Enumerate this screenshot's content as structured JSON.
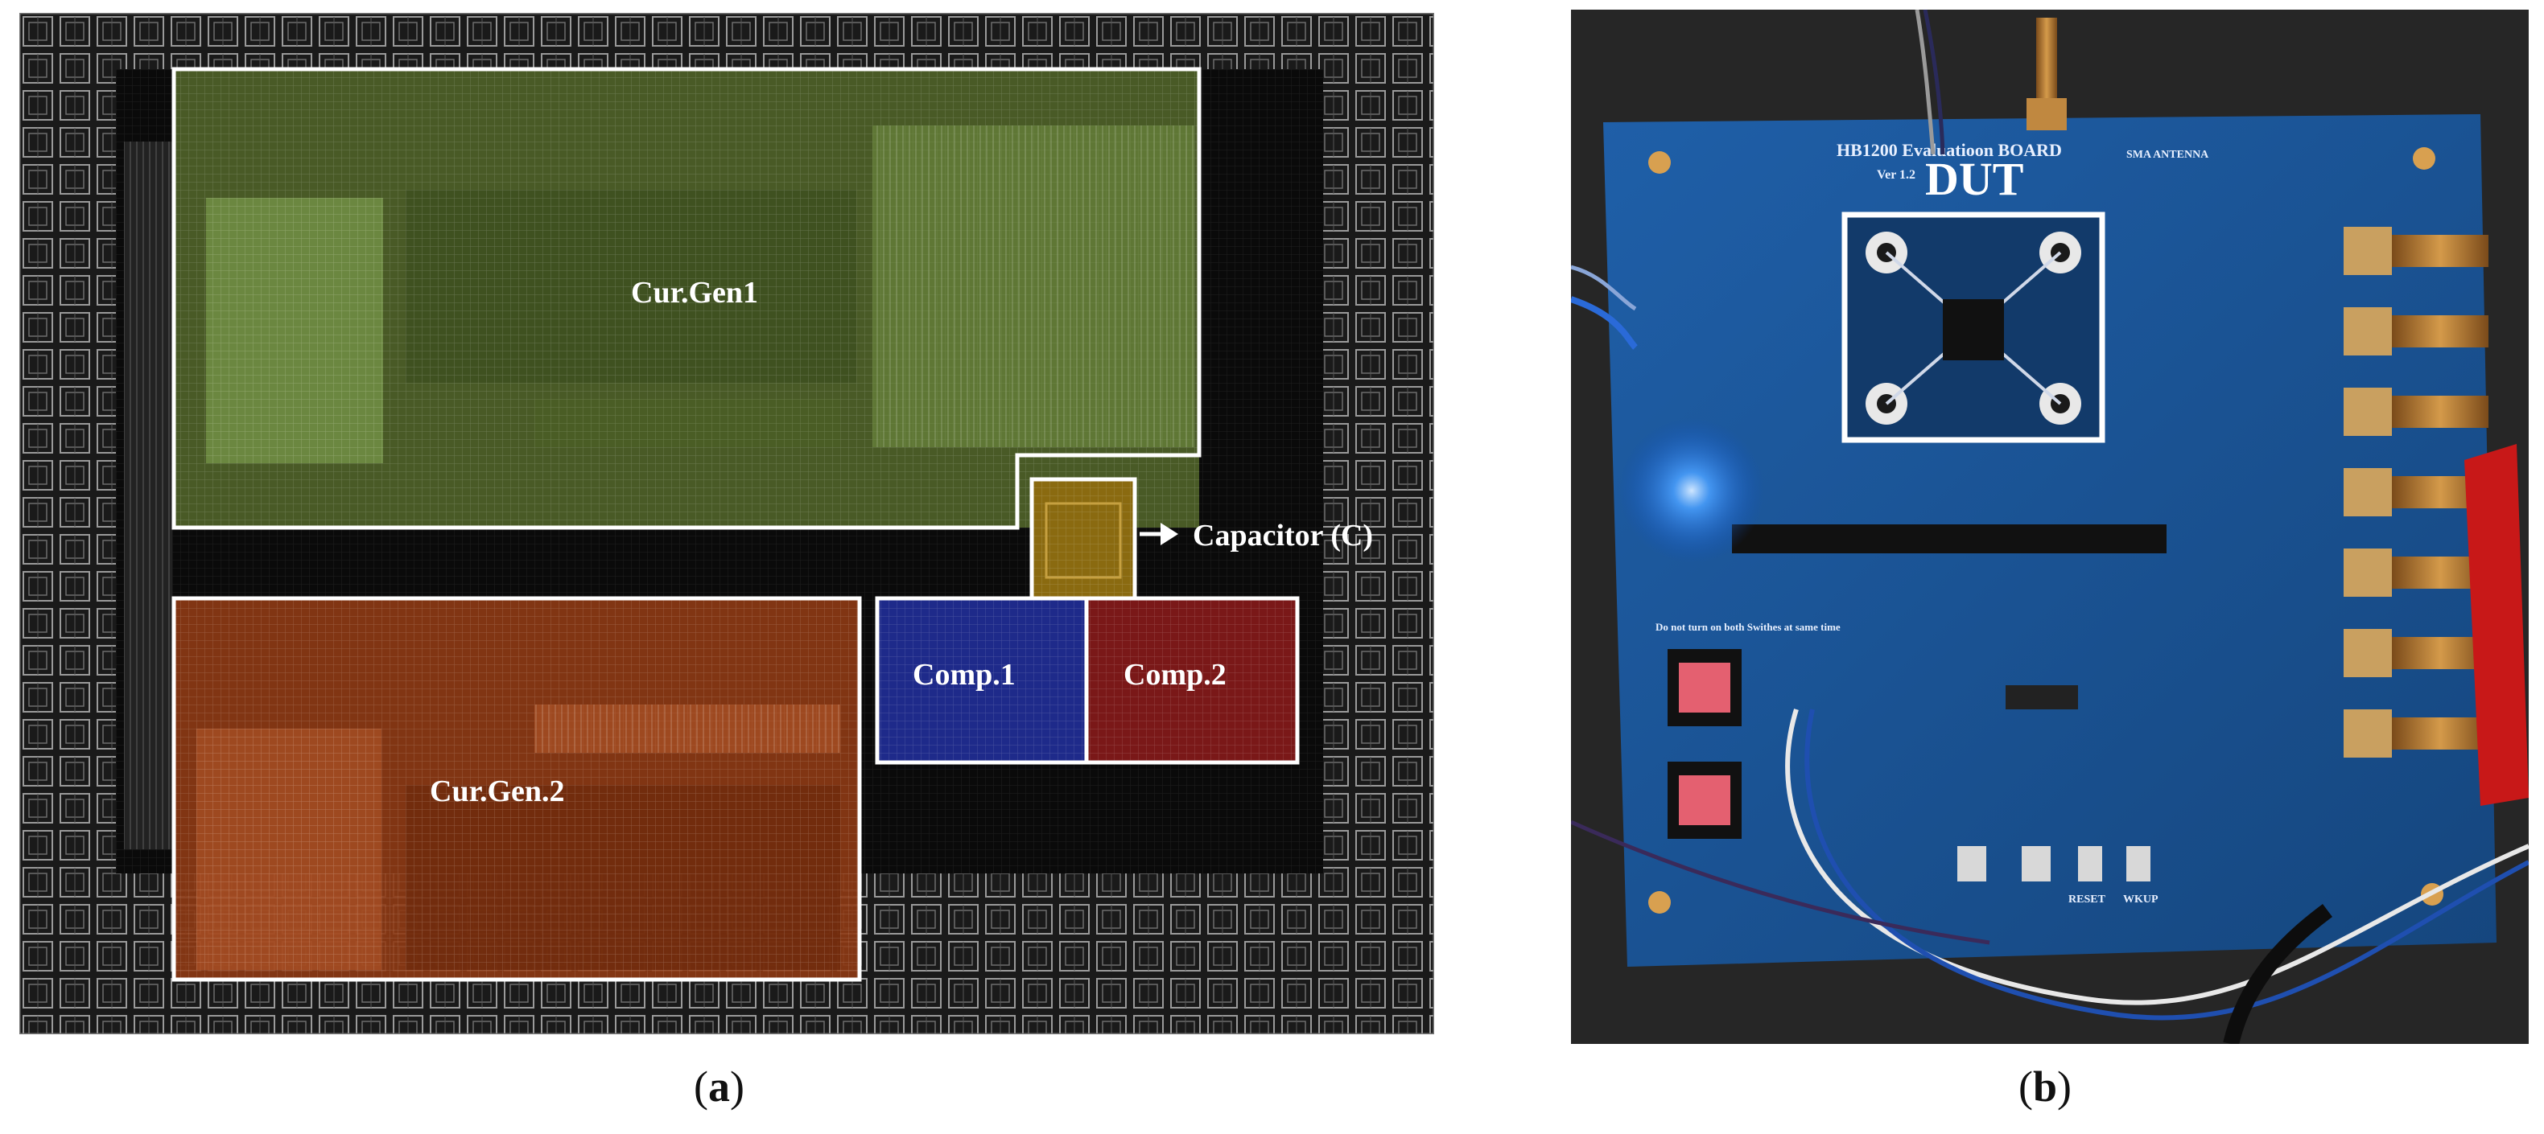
{
  "panel_a": {
    "blocks": {
      "curgen1": "Cur.Gen1",
      "curgen2": "Cur.Gen.2",
      "comp1": "Comp.1",
      "comp2": "Comp.2",
      "capacitor": "Capacitor (C)"
    },
    "colors": {
      "curgen1": "#7a9a3c",
      "curgen2": "#a0451c",
      "comp1": "#1e2a8a",
      "comp2": "#7a1818",
      "capacitor": "#8a6a10"
    }
  },
  "panel_b": {
    "dut_label": "DUT",
    "board_title": "HB1200 Evaluatioon BOARD",
    "board_version": "Ver 1.2",
    "antenna_label": "SMA ANTENNA",
    "reset_label": "RESET",
    "wkup_label": "WKUP",
    "switch_warning": "Do not turn on both Swithes at same time"
  },
  "captions": {
    "a_open": "(",
    "a_letter": "a",
    "a_close": ")",
    "b_open": "(",
    "b_letter": "b",
    "b_close": ")"
  }
}
